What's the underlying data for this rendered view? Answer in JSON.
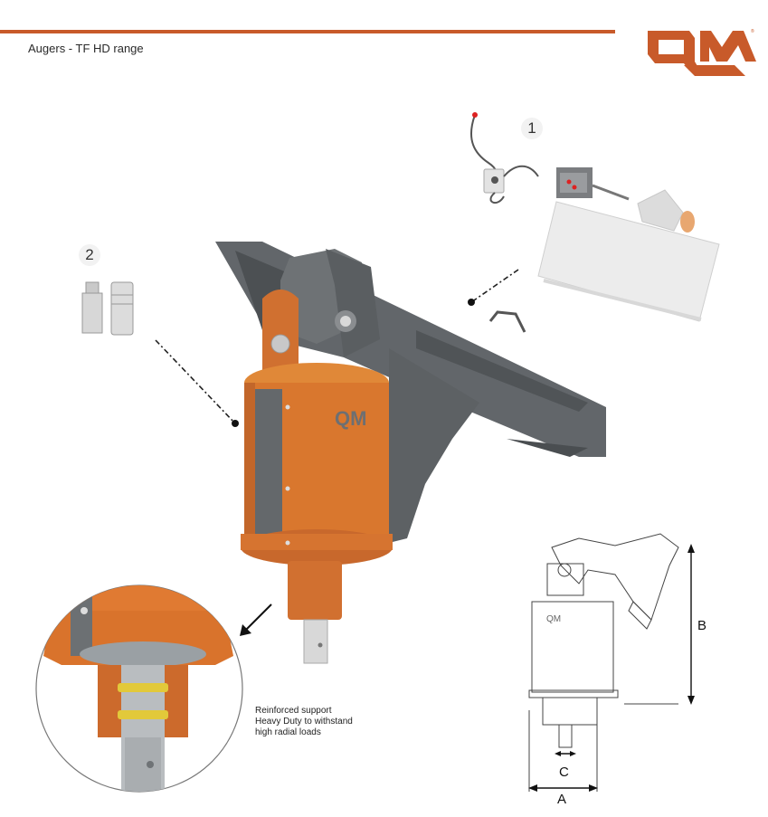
{
  "header": {
    "title": "Augers - TF HD range",
    "accent_color": "#c85a2a",
    "logo_text": "QM"
  },
  "badges": {
    "item_1": "1",
    "item_2": "2"
  },
  "callout": {
    "text": "Reinforced support\nHeavy Duty to withstand\nhigh radial loads"
  },
  "dimensions": {
    "a": "A",
    "b": "B",
    "c": "C"
  },
  "colors": {
    "orange_body": "#d9772e",
    "grey_frame": "#5f6366",
    "light_plate": "#e6e6e6"
  }
}
